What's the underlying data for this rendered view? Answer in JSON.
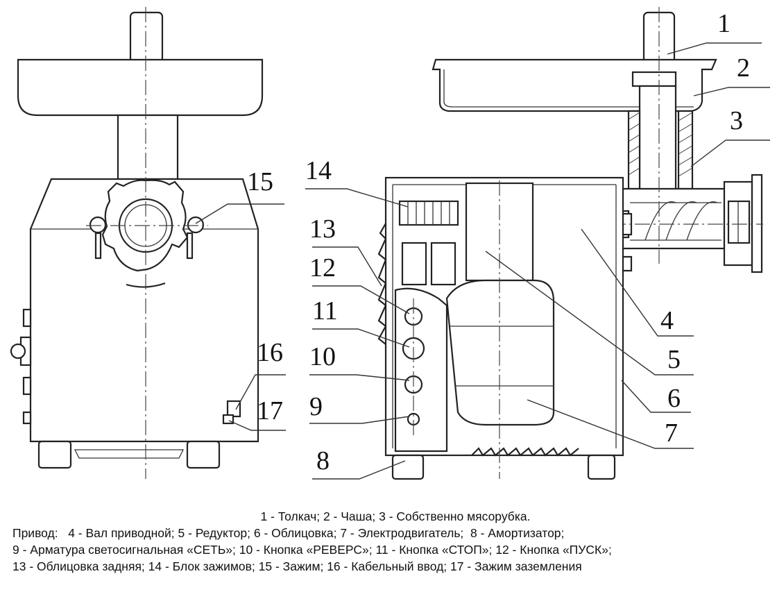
{
  "callouts": [
    "1",
    "2",
    "3",
    "4",
    "5",
    "6",
    "7",
    "8",
    "9",
    "10",
    "11",
    "12",
    "13",
    "14",
    "15",
    "16",
    "17"
  ],
  "caption": {
    "line1": "1 - Толкач; 2 - Чаша; 3 - Собственно мясорубка.",
    "line2": "Привод:   4 - Вал приводной; 5 - Редуктор; 6 - Облицовка; 7 - Электродвигатель;  8 - Амортизатор;",
    "line3": "9 - Арматура светосигнальная «СЕТЬ»; 10 - Кнопка «РЕВЕРС»; 11 - Кнопка «СТОП»; 12 - Кнопка «ПУСК»;",
    "line4": "13 - Облицовка задняя; 14 - Блок зажимов; 15 - Зажим; 16 - Кабельный ввод; 17 - Зажим заземления"
  }
}
